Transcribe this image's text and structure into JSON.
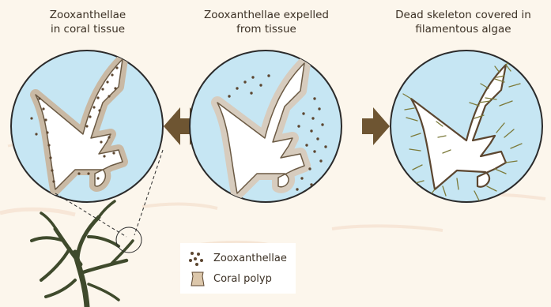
{
  "panels": [
    {
      "line1": "Zooxanthellae",
      "line2": "in coral tissue"
    },
    {
      "line1": "Zooxanthellae expelled",
      "line2": "from tissue"
    },
    {
      "line1": "Dead skeleton covered in",
      "line2": "filamentous algae"
    }
  ],
  "legend": {
    "zooxanthellae_label": "Zooxanthellae",
    "polyp_label": "Coral polyp"
  },
  "colors": {
    "background": "#fcf6ec",
    "circle_fill": "#c6e6f3",
    "circle_stroke": "#2b2b2b",
    "arrow": "#6e5532",
    "tissue": "#c9b9a4",
    "dots": "#5c4630",
    "algae": "#7c7a3a",
    "coral_branch": "#3f4a2c"
  }
}
